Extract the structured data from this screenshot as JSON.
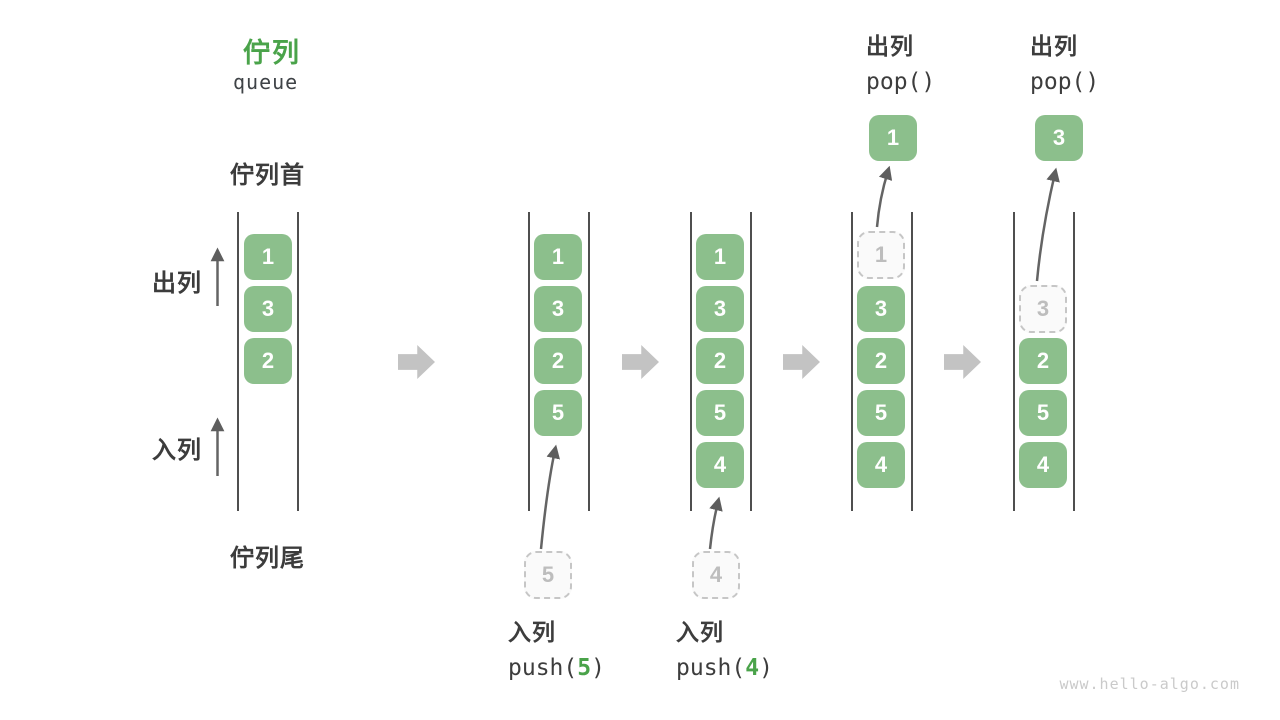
{
  "title": {
    "zh": "佇列",
    "en": "queue"
  },
  "side_labels": {
    "front": "佇列首",
    "rear": "佇列尾",
    "dequeue": "出列",
    "enqueue": "入列"
  },
  "states": [
    {
      "name": "initial",
      "cells": [
        {
          "v": "1"
        },
        {
          "v": "3"
        },
        {
          "v": "2"
        }
      ]
    },
    {
      "name": "after-push-5",
      "cells": [
        {
          "v": "1"
        },
        {
          "v": "3"
        },
        {
          "v": "2"
        },
        {
          "v": "5"
        }
      ]
    },
    {
      "name": "after-push-4",
      "cells": [
        {
          "v": "1"
        },
        {
          "v": "3"
        },
        {
          "v": "2"
        },
        {
          "v": "5"
        },
        {
          "v": "4"
        }
      ]
    },
    {
      "name": "after-pop-1",
      "cells": [
        {
          "v": "1",
          "ghost": true
        },
        {
          "v": "3"
        },
        {
          "v": "2"
        },
        {
          "v": "5"
        },
        {
          "v": "4"
        }
      ]
    },
    {
      "name": "after-pop-3",
      "cells": [
        {
          "v": "3",
          "ghost": true
        },
        {
          "v": "2"
        },
        {
          "v": "5"
        },
        {
          "v": "4"
        }
      ]
    }
  ],
  "pending": [
    {
      "v": "5"
    },
    {
      "v": "4"
    }
  ],
  "popped": [
    {
      "v": "1"
    },
    {
      "v": "3"
    }
  ],
  "push_ops": [
    {
      "label": "入列",
      "code_open": "push(",
      "arg": "5",
      "code_close": ")"
    },
    {
      "label": "入列",
      "code_open": "push(",
      "arg": "4",
      "code_close": ")"
    }
  ],
  "pop_ops": [
    {
      "label": "出列",
      "code": "pop()"
    },
    {
      "label": "出列",
      "code": "pop()"
    }
  ],
  "colors": {
    "accent_green": "#4AA34A",
    "box_green": "#8CBF8C",
    "dark_text": "#3D3D3D",
    "wall_gray": "#4F4F4F",
    "block_arrow_gray": "#C3C3C3",
    "ghost_gray": "#C6C6C6",
    "watermark_gray": "#CACACA"
  },
  "watermark": "www.hello-algo.com"
}
